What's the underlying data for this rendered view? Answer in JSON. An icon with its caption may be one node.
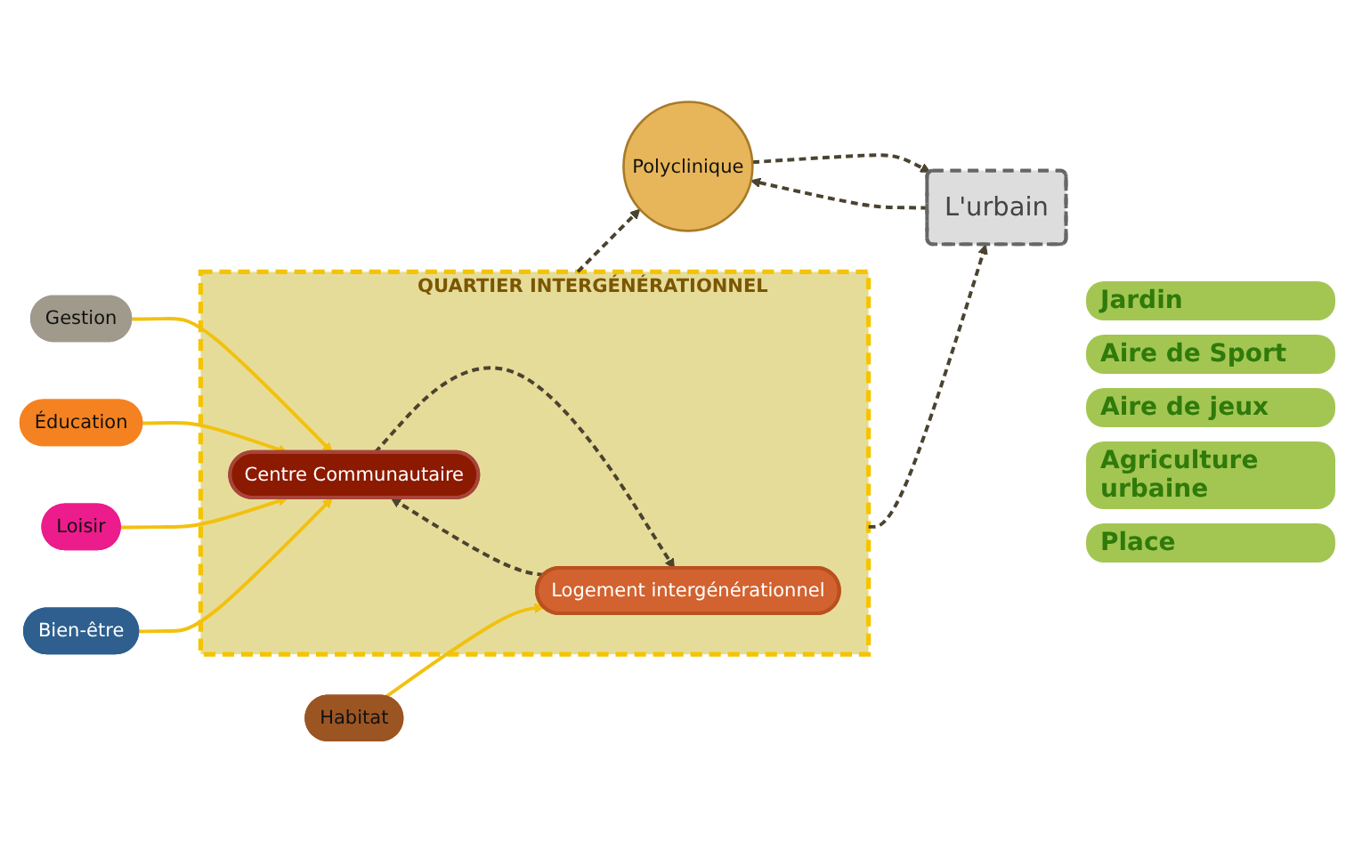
{
  "diagram": {
    "nodes": [
      {
        "text": [
          "QUARTIER INTERGÉNÉRATIONNEL"
        ]
      },
      {
        "text": [
          "Gestion"
        ]
      },
      {
        "text": [
          "Éducation"
        ]
      },
      {
        "text": [
          "Loisir"
        ]
      },
      {
        "text": [
          "Habitat"
        ]
      },
      {
        "text": [
          "Bien-être"
        ]
      },
      {
        "text": [
          "Centre Communautaire"
        ],
        "in": 0
      },
      {
        "text": [
          "Logement intergénérationnel"
        ],
        "in": 0
      },
      {
        "text": [
          "Polyclinique"
        ]
      },
      {
        "text": [
          "L'urbain"
        ]
      }
    ],
    "edges": [
      {
        "from": 1,
        "to": 6,
        "arrow": "to",
        "color": "#f2c10f"
      },
      {
        "from": 2,
        "to": 6,
        "arrow": "to",
        "color": "#f2c10f"
      },
      {
        "from": 3,
        "to": 6,
        "arrow": "to",
        "color": "#f2c10f"
      },
      {
        "from": 5,
        "to": 6,
        "arrow": "to",
        "color": "#f2c10f"
      },
      {
        "from": 4,
        "to": 7,
        "arrow": "to",
        "color": "#f2c10f"
      },
      {
        "from": 6,
        "to": 7,
        "arrow": "to",
        "style": "dashed"
      },
      {
        "from": 7,
        "to": 6,
        "arrow": "to",
        "style": "dashed"
      },
      {
        "from": 0,
        "to": 8,
        "arrow": "to",
        "style": "dashed"
      },
      {
        "from": 9,
        "to": 8,
        "arrow": "to",
        "style": "dashed"
      },
      {
        "from": 8,
        "to": 9,
        "arrow": "to",
        "style": "dashed"
      },
      {
        "from": 0,
        "to": 9,
        "arrow": "to",
        "style": "dashed"
      }
    ],
    "labels": [
      "Jardin",
      "Aire de Sport",
      "Aire de jeux",
      "Agriculture urbaine",
      "Place"
    ]
  }
}
